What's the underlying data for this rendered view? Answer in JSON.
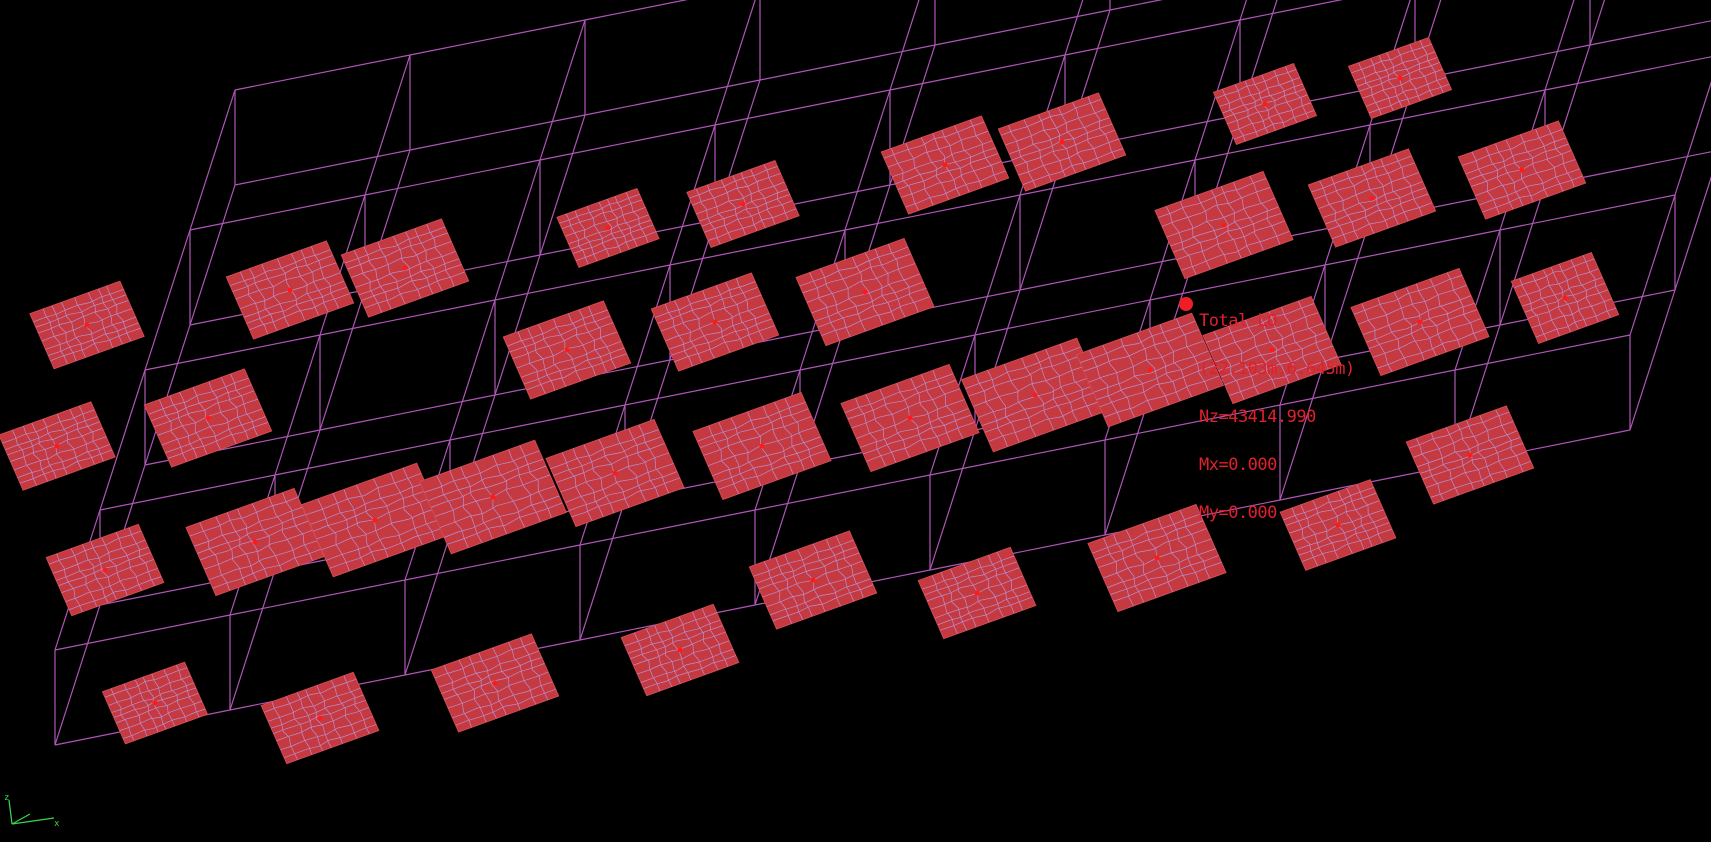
{
  "viewport": {
    "background": "#000000",
    "frame_color": "#b056b8",
    "mesh_fill": "#c53a40",
    "mesh_line": "#b88fd0",
    "mesh_outline": "#d24a55",
    "marker_color": "#ff1a1a",
    "tooltip_color": "#e0212b"
  },
  "tooltip": {
    "lines": [
      "Total LO",
      "(22.103m,6.645m)",
      "Nz=43414.990",
      "Mx=0.000",
      "My=0.000"
    ]
  },
  "axis_triad": {
    "x_label": "x",
    "z_label": "z",
    "color": "#39d84a"
  }
}
